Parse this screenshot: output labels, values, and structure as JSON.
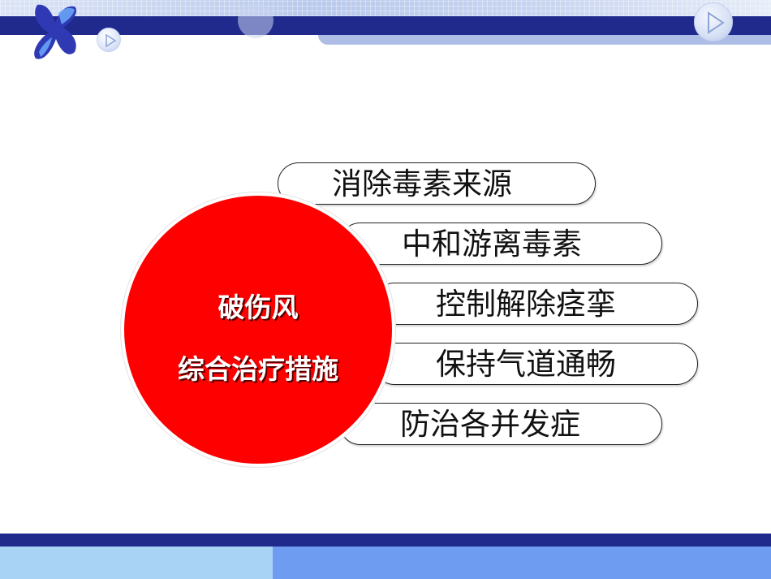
{
  "slide": {
    "center": {
      "title_line1": "破伤风",
      "title_line2": "综合治疗措施"
    },
    "items": [
      {
        "label": "消除毒素来源"
      },
      {
        "label": "中和游离毒素"
      },
      {
        "label": "控制解除痉挛"
      },
      {
        "label": "保持气道通畅"
      },
      {
        "label": "防治各并发症"
      }
    ]
  },
  "colors": {
    "banner_navy": "#1f2a8c",
    "circle_red": "#fe0000",
    "bottom_light_blue": "#a9d3f5",
    "bottom_mid_blue": "#6e9cf0"
  },
  "icons": [
    "logo-x-icon",
    "play-icon"
  ]
}
